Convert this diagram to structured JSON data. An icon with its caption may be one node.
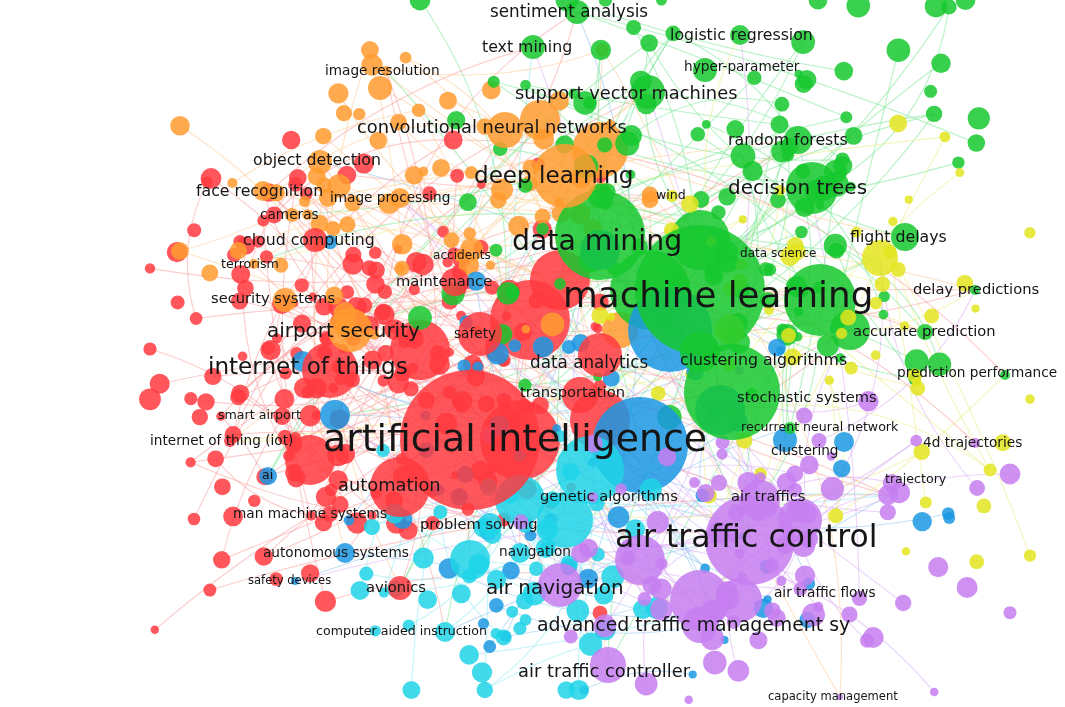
{
  "diagram": {
    "labels": [
      "sentiment analysis",
      "logistic regression",
      "text mining",
      "image resolution",
      "hyper-parameter",
      "support vector machines",
      "convolutional neural networks",
      "random forests",
      "object detection",
      "deep learning",
      "face recognition",
      "image processing",
      "wind",
      "decision trees",
      "cameras",
      "cloud computing",
      "data mining",
      "flight delays",
      "terrorism",
      "accidents",
      "data science",
      "maintenance",
      "machine learning",
      "delay predictions",
      "security systems",
      "airport security",
      "safety",
      "accurate prediction",
      "internet of things",
      "data analytics",
      "clustering algorithms",
      "prediction performance",
      "transportation",
      "stochastic systems",
      "smart airport",
      "recurrent neural network",
      "internet of thing (iot)",
      "artificial intelligence",
      "clustering",
      "4d trajectories",
      "ai",
      "automation",
      "trajectory",
      "genetic algorithms",
      "air traffics",
      "man machine systems",
      "problem solving",
      "air traffic control",
      "autonomous systems",
      "navigation",
      "safety devices",
      "avionics",
      "air navigation",
      "air traffic flows",
      "computer aided instruction",
      "advanced traffic management sy",
      "air traffic controller",
      "capacity management"
    ]
  }
}
